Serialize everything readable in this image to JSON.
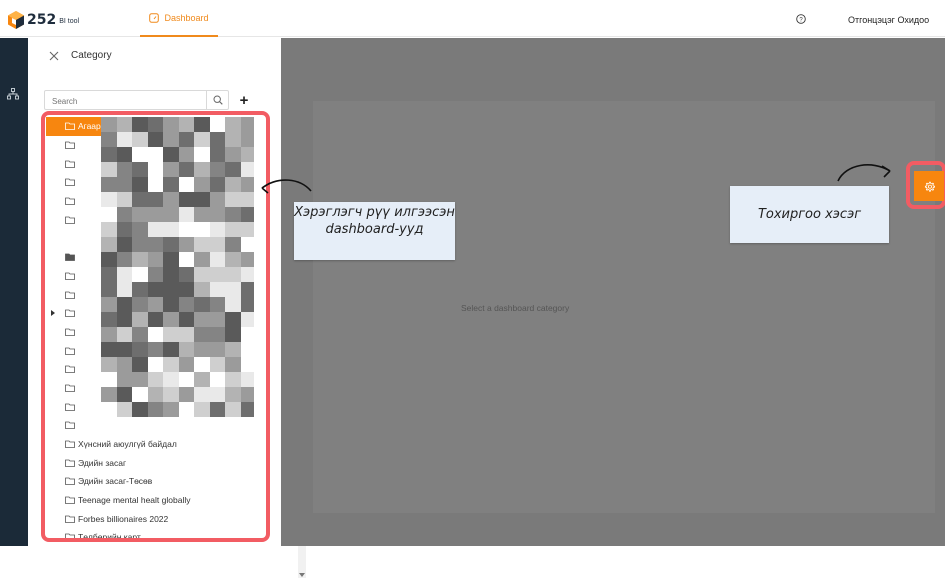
{
  "brand": {
    "number": "252",
    "subtitle": "BI tool",
    "accent": "#f7860f"
  },
  "nav": {
    "dashboard_tab": "Dashboard"
  },
  "user": {
    "name": "Отгонцэцэг Охидоо"
  },
  "category_panel": {
    "title": "Category",
    "search_placeholder": "Search",
    "add_label": "+",
    "items": [
      "Агаарын чанар",
      "Хүнсний аюулгүй байдал",
      "Эдийн засаг",
      "Эдийн засаг-Төсөв",
      "Teenage mental healt globally",
      "Forbes billionaires 2022",
      "Төлбөрийн карт"
    ]
  },
  "main": {
    "empty_message": "Select a dashboard category"
  },
  "annotations": {
    "left_note": "Хэрэглэгч рүү илгээсэн dashboard-ууд",
    "right_note": "Тохиргоо хэсэг"
  },
  "colors": {
    "highlight": "#f25c63",
    "sidebar": "#1b2a38",
    "overlay": "#7a7a7a"
  }
}
